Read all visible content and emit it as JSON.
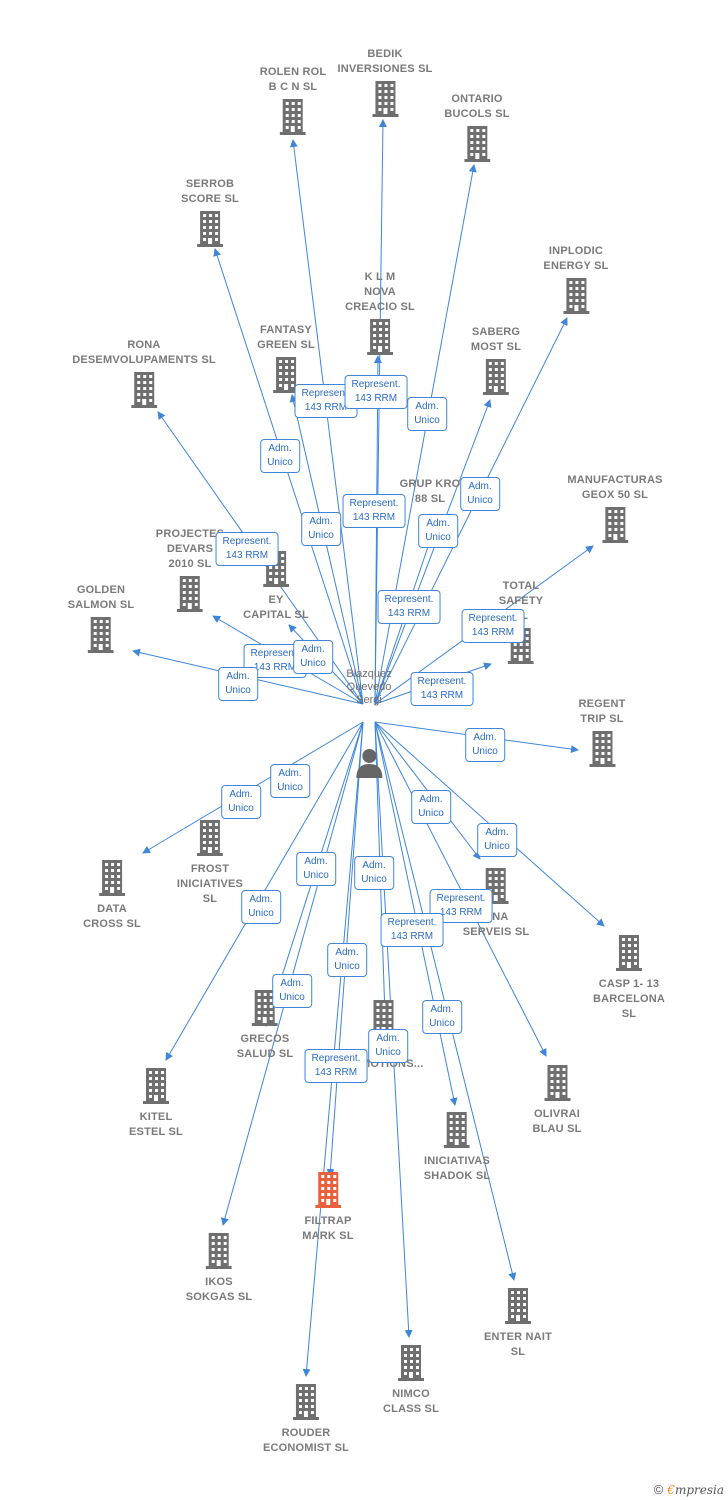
{
  "colors": {
    "edge": "#3f86d8",
    "building": "#6f6f6f",
    "highlight": "#e8603c",
    "person": "#666666"
  },
  "center": {
    "label": "Blazquez\nQuevedo\nSergi",
    "icon": "person-icon"
  },
  "nodes": [
    {
      "id": "rolen",
      "label": "ROLEN ROL\nB C N SL"
    },
    {
      "id": "bedik",
      "label": "BEDIK\nINVERSIONES SL"
    },
    {
      "id": "ontario",
      "label": "ONTARIO\nBUCOLS  SL"
    },
    {
      "id": "serrob",
      "label": "SERROB\nSCORE  SL"
    },
    {
      "id": "inplodic",
      "label": "INPLODIC\nENERGY  SL"
    },
    {
      "id": "klm",
      "label": "K  L  M\nNOVA\nCREACIO SL"
    },
    {
      "id": "fantasy",
      "label": "FANTASY\nGREEN  SL"
    },
    {
      "id": "saberg",
      "label": "SABERG\nMOST  SL"
    },
    {
      "id": "rona",
      "label": "RONA\nDESEMVOLUPAMENTS SL"
    },
    {
      "id": "grupkro",
      "label": "GRUP KRO\n88 SL"
    },
    {
      "id": "manufacturas",
      "label": "MANUFACTURAS\nGEOX 50 SL"
    },
    {
      "id": "projectes",
      "label": "PROJECTES\nDEVARS\n2010 SL"
    },
    {
      "id": "capital",
      "label": "EY\nCAPITAL  SL"
    },
    {
      "id": "golden",
      "label": "GOLDEN\nSALMON  SL"
    },
    {
      "id": "total",
      "label": "TOTAL\nSAFETY\nSL"
    },
    {
      "id": "regent",
      "label": "REGENT\nTRIP  SL"
    },
    {
      "id": "frost",
      "label": "FROST\nINICIATIVES\nSL"
    },
    {
      "id": "datacross",
      "label": "DATA\nCROSS  SL"
    },
    {
      "id": "serveis",
      "label": "ONA\nSERVEIS  SL"
    },
    {
      "id": "casp",
      "label": "CASP 1- 13\nBARCELONA\nSL"
    },
    {
      "id": "grecos",
      "label": "GRECOS\nSALUD  SL"
    },
    {
      "id": "promotions",
      "label": "S\n...OMOTIONS..."
    },
    {
      "id": "kitel",
      "label": "KITEL\nESTEL  SL"
    },
    {
      "id": "olivrai",
      "label": "OLIVRAI\nBLAU SL"
    },
    {
      "id": "shadok",
      "label": "INICIATIVAS\nSHADOK SL"
    },
    {
      "id": "filtrap",
      "label": "FILTRAP\nMARK  SL"
    },
    {
      "id": "ikos",
      "label": "IKOS\nSOKGAS  SL"
    },
    {
      "id": "enternait",
      "label": "ENTER NAIT\nSL"
    },
    {
      "id": "nimco",
      "label": "NIMCO\nCLASS  SL"
    },
    {
      "id": "rouder",
      "label": "ROUDER\nECONOMIST SL"
    }
  ],
  "edge_labels": [
    {
      "id": "e1",
      "text": "Represent.\n143 RRM"
    },
    {
      "id": "e2",
      "text": "Represent.\n143 RRM"
    },
    {
      "id": "e3",
      "text": "Adm.\nUnico"
    },
    {
      "id": "e4",
      "text": "Adm.\nUnico"
    },
    {
      "id": "e5",
      "text": "Adm.\nUnico"
    },
    {
      "id": "e6",
      "text": "Represent.\n143 RRM"
    },
    {
      "id": "e7",
      "text": "Adm.\nUnico"
    },
    {
      "id": "e8",
      "text": "Adm.\nUnico"
    },
    {
      "id": "e9",
      "text": "Represent.\n143 RRM"
    },
    {
      "id": "e10",
      "text": "Represent.\n143 RRM"
    },
    {
      "id": "e11",
      "text": "Represent.\n143 RRM"
    },
    {
      "id": "e12",
      "text": "Represent.\n143 RRM"
    },
    {
      "id": "e13",
      "text": "Adm.\nUnico"
    },
    {
      "id": "e14",
      "text": "Adm.\nUnico"
    },
    {
      "id": "e15",
      "text": "Represent.\n143 RRM"
    },
    {
      "id": "e16",
      "text": "Adm.\nUnico"
    },
    {
      "id": "e17",
      "text": "Adm.\nUnico"
    },
    {
      "id": "e18",
      "text": "Adm.\nUnico"
    },
    {
      "id": "e19",
      "text": "Adm.\nUnico"
    },
    {
      "id": "e20",
      "text": "Adm.\nUnico"
    },
    {
      "id": "e21",
      "text": "Adm.\nUnico"
    },
    {
      "id": "e22",
      "text": "Adm.\nUnico"
    },
    {
      "id": "e23",
      "text": "Represent.\n143 RRM"
    },
    {
      "id": "e24",
      "text": "Represent.\n143 RRM"
    },
    {
      "id": "e25",
      "text": "Adm.\nUnico"
    },
    {
      "id": "e26",
      "text": "Adm.\nUnico"
    },
    {
      "id": "e27",
      "text": "Adm.\nUnico"
    },
    {
      "id": "e28",
      "text": "Adm.\nUnico"
    },
    {
      "id": "e29",
      "text": "Represent.\n143 RRM"
    },
    {
      "id": "e30",
      "text": "Adm.\nUnico"
    }
  ],
  "footer": {
    "copyright": "©",
    "brand_first": "€",
    "brand_rest": "mpresia"
  }
}
